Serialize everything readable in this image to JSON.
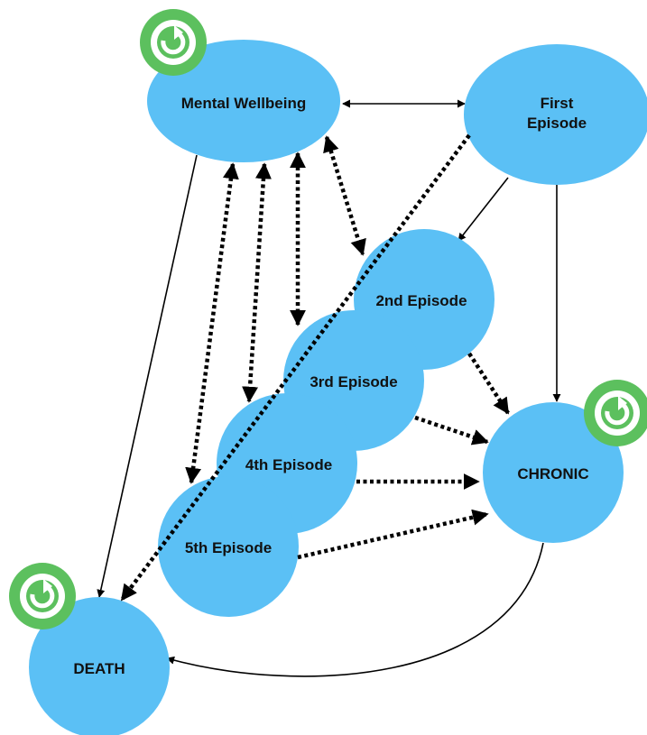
{
  "colors": {
    "node_fill": "#5bc0f5",
    "badge_outer": "#5cc05e",
    "badge_ring": "#ffffff",
    "arrow": "#000000"
  },
  "badge_icon": "circular-refresh-icon",
  "nodes": {
    "mental_wellbeing": {
      "label": "Mental Wellbeing"
    },
    "first_episode": {
      "line1": "First",
      "line2": "Episode"
    },
    "second_episode": {
      "label": "2nd Episode"
    },
    "third_episode": {
      "label": "3rd Episode"
    },
    "fourth_episode": {
      "label": "4th Episode"
    },
    "fifth_episode": {
      "label": "5th Episode"
    },
    "chronic": {
      "label": "CHRONIC"
    },
    "death": {
      "label": "DEATH"
    }
  }
}
